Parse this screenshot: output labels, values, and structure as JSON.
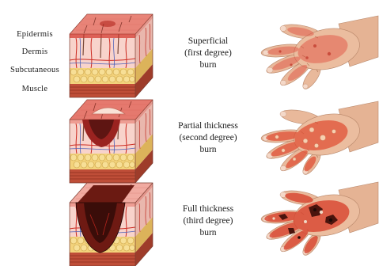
{
  "layers": {
    "epidermis": "Epidermis",
    "dermis": "Dermis",
    "subcutaneous": "Subcutaneous",
    "muscle": "Muscle"
  },
  "burns": [
    {
      "line1": "Superficial",
      "line2": "(first degree)",
      "line3": "burn"
    },
    {
      "line1": "Partial thickness",
      "line2": "(second degree)",
      "line3": "burn"
    },
    {
      "line1": "Full thickness",
      "line2": "(third degree)",
      "line3": "burn"
    }
  ]
}
